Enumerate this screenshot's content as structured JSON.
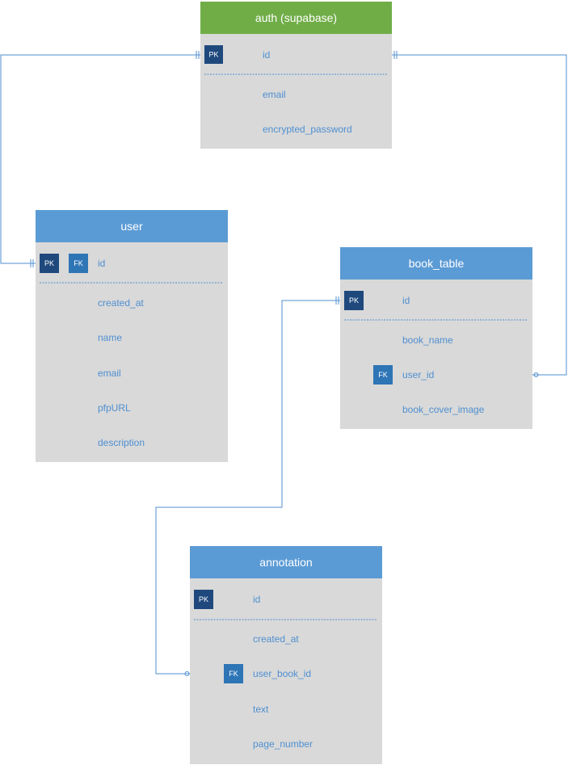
{
  "colors": {
    "auth_header": "#70ad47",
    "entity_header": "#5b9bd5",
    "entity_body": "#d9d9d9",
    "pk_badge": "#1f497d",
    "fk_badge": "#2e75b6",
    "field_text": "#4f8fd0",
    "line": "#4f8fd0"
  },
  "entities": {
    "auth": {
      "title": "auth (supabase)",
      "pk": "PK",
      "fields": [
        "id",
        "email",
        "encrypted_password"
      ]
    },
    "user": {
      "title": "user",
      "pk": "PK",
      "fk": "FK",
      "fields": [
        "id",
        "created_at",
        "name",
        "email",
        "pfpURL",
        "description"
      ]
    },
    "book_table": {
      "title": "book_table",
      "pk": "PK",
      "fk": "FK",
      "fields": [
        "id",
        "book_name",
        "user_id",
        "book_cover_image"
      ]
    },
    "annotation": {
      "title": "annotation",
      "pk": "PK",
      "fk": "FK",
      "fields": [
        "id",
        "created_at",
        "user_book_id",
        "text",
        "page_number"
      ]
    }
  }
}
